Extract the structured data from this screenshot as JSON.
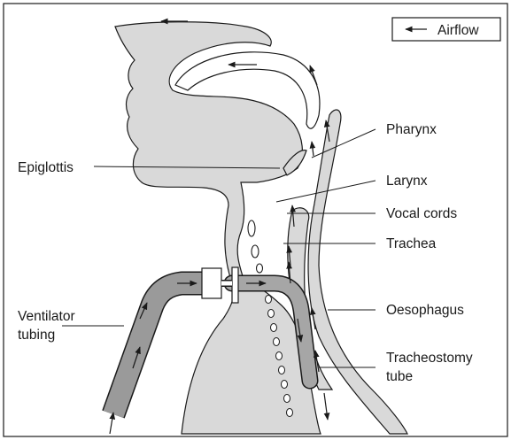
{
  "legend": {
    "label": "Airflow"
  },
  "labels": {
    "pharynx": "Pharynx",
    "epiglottis": "Epiglottis",
    "larynx": "Larynx",
    "vocal_cords": "Vocal cords",
    "trachea": "Trachea",
    "oesophagus": "Oesophagus",
    "ventilator_tubing_line1": "Ventilator",
    "ventilator_tubing_line2": "tubing",
    "tracheostomy_tube_line1": "Tracheostomy",
    "tracheostomy_tube_line2": "tube"
  },
  "colors": {
    "tissue": "#d9d9d9",
    "tubing": "#8c8c8c",
    "outline": "#1a1a1a"
  }
}
